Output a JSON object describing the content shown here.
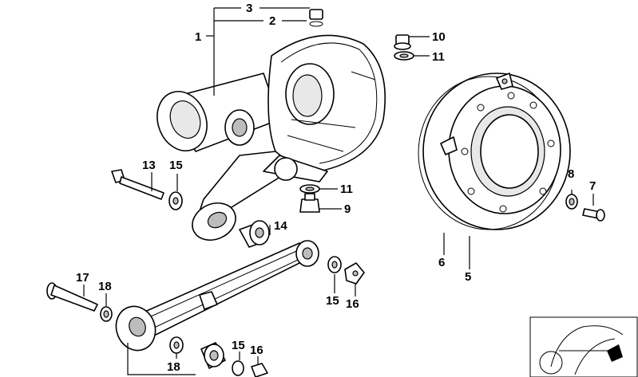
{
  "callouts": [
    {
      "id": "c1",
      "label": "1"
    },
    {
      "id": "c2",
      "label": "2"
    },
    {
      "id": "c3",
      "label": "3"
    },
    {
      "id": "c5",
      "label": "5"
    },
    {
      "id": "c6",
      "label": "6"
    },
    {
      "id": "c7",
      "label": "7"
    },
    {
      "id": "c8",
      "label": "8"
    },
    {
      "id": "c9",
      "label": "9"
    },
    {
      "id": "c10",
      "label": "10"
    },
    {
      "id": "c11a",
      "label": "11"
    },
    {
      "id": "c11b",
      "label": "11"
    },
    {
      "id": "c13",
      "label": "13"
    },
    {
      "id": "c14",
      "label": "14"
    },
    {
      "id": "c15a",
      "label": "15"
    },
    {
      "id": "c15b",
      "label": "15"
    },
    {
      "id": "c15c",
      "label": "15"
    },
    {
      "id": "c16a",
      "label": "16"
    },
    {
      "id": "c16b",
      "label": "16"
    },
    {
      "id": "c17",
      "label": "17"
    },
    {
      "id": "c18a",
      "label": "18"
    },
    {
      "id": "c18b",
      "label": "18"
    }
  ]
}
